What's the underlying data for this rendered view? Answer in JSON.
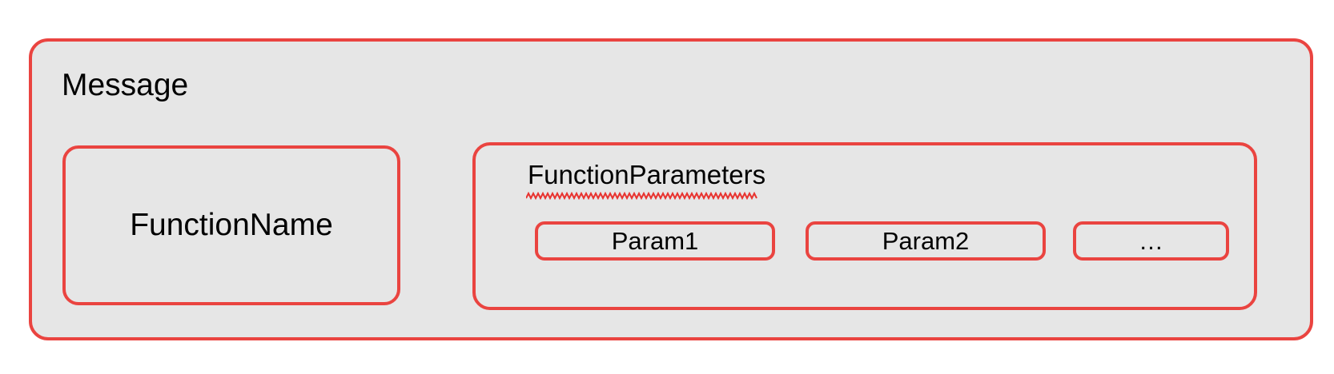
{
  "diagram": {
    "background_color": "#ffffff",
    "box_fill_color": "#e6e6e6",
    "border_color": "#ea4440",
    "text_color": "#000000",
    "message": {
      "label": "Message"
    },
    "function_name": {
      "label": "FunctionName"
    },
    "function_parameters": {
      "label": "FunctionParameters",
      "has_spellcheck_underline": true,
      "params": [
        {
          "label": "Param1"
        },
        {
          "label": "Param2"
        },
        {
          "label": "…"
        }
      ]
    }
  }
}
